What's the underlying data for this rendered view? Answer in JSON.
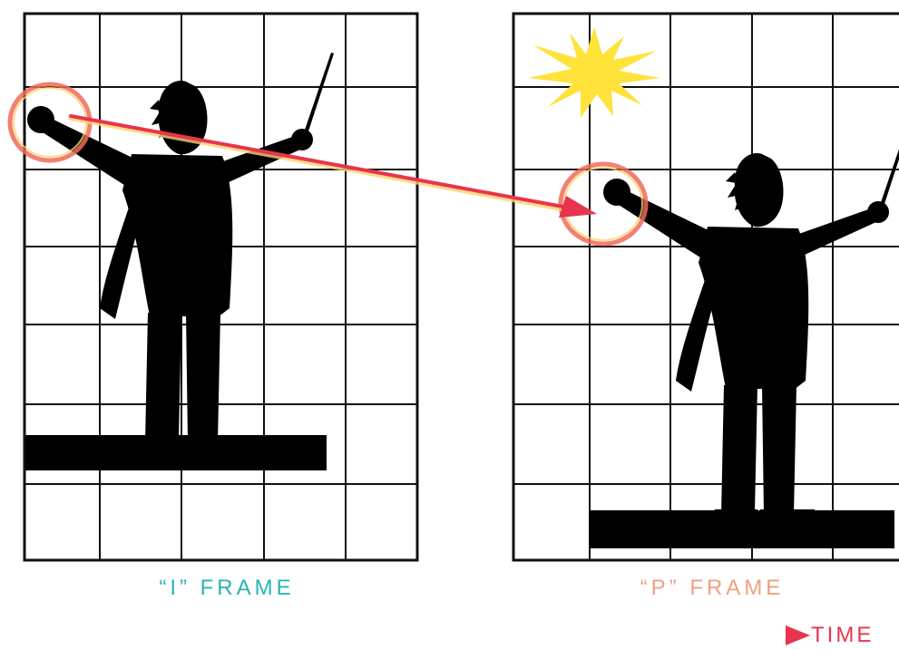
{
  "frames": [
    {
      "label": "“I” FRAME",
      "color": "#2bb3b4"
    },
    {
      "label": "“P” FRAME",
      "color": "#f0a080"
    }
  ],
  "time_axis": {
    "label": "TIME",
    "color": "#e8344e"
  },
  "motion_vector": {
    "color": "#e8344e"
  },
  "colors": {
    "grid": "#111111",
    "silhouette": "#000000",
    "sun": "#ffe23a",
    "hand_ring": "#f06a5a"
  }
}
